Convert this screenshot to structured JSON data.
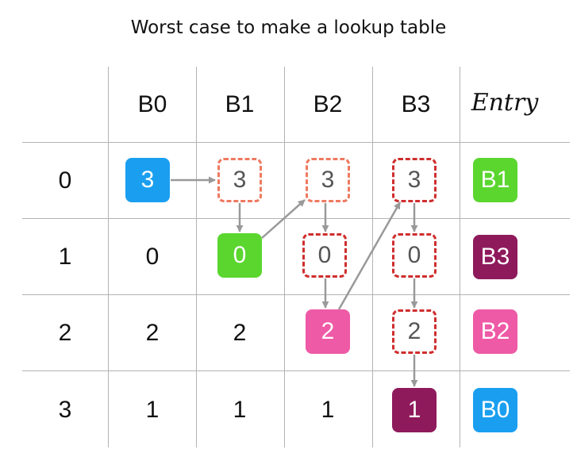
{
  "title": "Worst case to make a lookup table",
  "columns": [
    "B0",
    "B1",
    "B2",
    "B3"
  ],
  "entry_header": "Entry",
  "rows": [
    {
      "label": "0",
      "cells": [
        "3",
        "3",
        "3",
        "3"
      ],
      "entry": "B1"
    },
    {
      "label": "1",
      "cells": [
        "0",
        "0",
        "0",
        "0"
      ],
      "entry": "B3"
    },
    {
      "label": "2",
      "cells": [
        "2",
        "2",
        "2",
        "2"
      ],
      "entry": "B2"
    },
    {
      "label": "3",
      "cells": [
        "1",
        "1",
        "1",
        "1"
      ],
      "entry": "B0"
    }
  ],
  "colors": {
    "B0": "#1a9ff0",
    "B1": "#5bd62f",
    "B2": "#ee5aa6",
    "B3": "#8e1a5c",
    "dash_red": "#cf2e2e",
    "dash_salmon": "#ee7a60",
    "arrow": "#999999",
    "grid": "#b3b3b3"
  }
}
